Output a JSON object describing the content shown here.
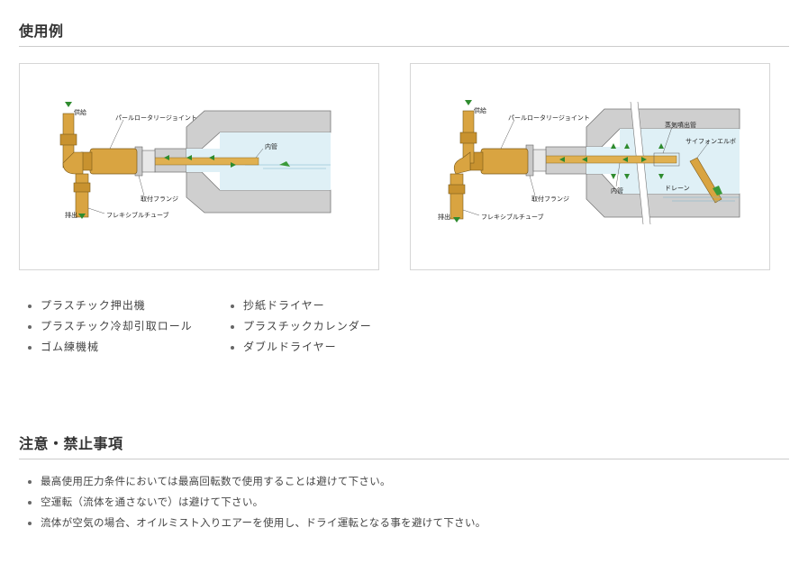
{
  "usage": {
    "title": "使用例",
    "figure1": {
      "labels": {
        "supply": "供給",
        "joint": "パールロータリージョイント",
        "inner_pipe": "内管",
        "flange": "取付フランジ",
        "discharge": "排出",
        "flex_tube": "フレキシブルチューブ"
      }
    },
    "figure2": {
      "labels": {
        "supply": "供給",
        "joint": "パールロータリージョイント",
        "steam_pipe": "蒸気噴出管",
        "siphon": "サイフォンエルボ",
        "flange": "取付フランジ",
        "inner_pipe": "内管",
        "drain": "ドレーン",
        "discharge": "排出",
        "flex_tube": "フレキシブルチューブ"
      }
    },
    "list_left": [
      "プラスチック押出機",
      "プラスチック冷却引取ロール",
      "ゴム練機械"
    ],
    "list_right": [
      "抄紙ドライヤー",
      "プラスチックカレンダー",
      "ダブルドライヤー"
    ]
  },
  "cautions": {
    "title": "注意・禁止事項",
    "items": [
      "最高使用圧力条件においては最高回転数で使用することは避けて下さい。",
      "空運転（流体を通さないで）は避けて下さい。",
      "流体が空気の場合、オイルミスト入りエアーを使用し、ドライ運転となる事を避けて下さい。"
    ]
  }
}
